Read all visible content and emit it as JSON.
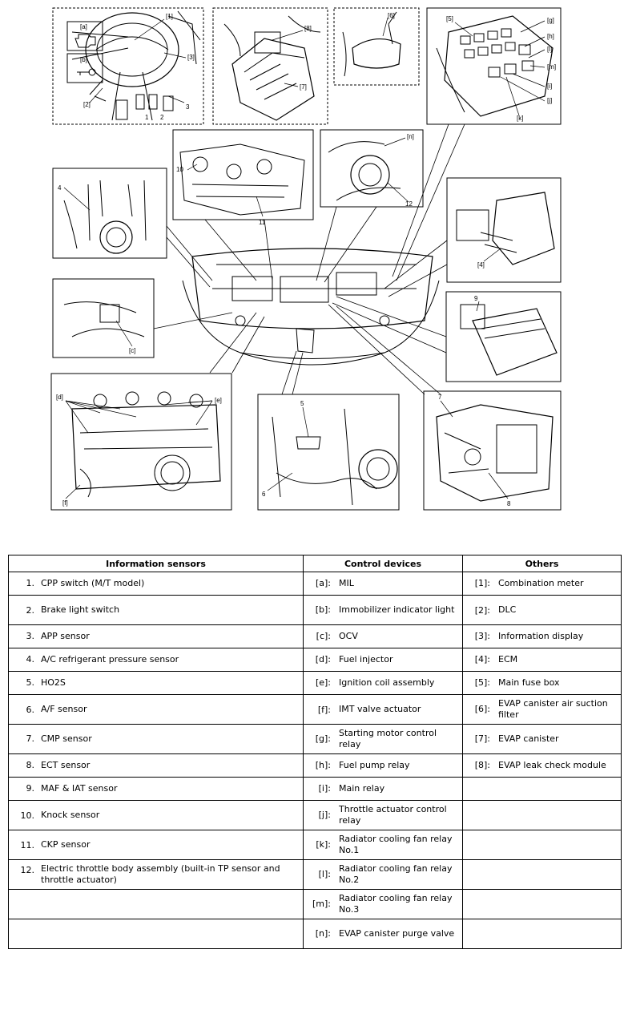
{
  "callouts": {
    "c1": "1",
    "c2": "2",
    "c3": "3",
    "c4": "4",
    "c5": "5",
    "c6": "6",
    "c7": "7",
    "c8": "8",
    "c9": "9",
    "c10": "10",
    "c11": "11",
    "c12": "12",
    "a": "[a]",
    "b": "[b]",
    "c": "[c]",
    "d": "[d]",
    "e": "[e]",
    "f": "[f]",
    "g": "[g]",
    "h": "[h]",
    "i": "[i]",
    "j": "[j]",
    "k": "[k]",
    "l": "[l]",
    "m": "[m]",
    "n": "[n]",
    "o1": "[1]",
    "o2": "[2]",
    "o3": "[3]",
    "o4": "[4]",
    "o5": "[5]",
    "o6": "[6]",
    "o7": "[7]",
    "o8": "[8]"
  },
  "table": {
    "headers": [
      "Information sensors",
      "Control devices",
      "Others"
    ],
    "rows": [
      [
        {
          "k": "1.",
          "v": "CPP switch (M/T model)"
        },
        {
          "k": "[a]:",
          "v": "MIL"
        },
        {
          "k": "[1]:",
          "v": "Combination meter"
        }
      ],
      [
        {
          "k": "2.",
          "v": "Brake light switch"
        },
        {
          "k": "[b]:",
          "v": "Immobilizer indicator light"
        },
        {
          "k": "[2]:",
          "v": "DLC"
        }
      ],
      [
        {
          "k": "3.",
          "v": "APP sensor"
        },
        {
          "k": "[c]:",
          "v": "OCV"
        },
        {
          "k": "[3]:",
          "v": "Information display"
        }
      ],
      [
        {
          "k": "4.",
          "v": "A/C refrigerant pressure sensor"
        },
        {
          "k": "[d]:",
          "v": "Fuel injector"
        },
        {
          "k": "[4]:",
          "v": "ECM"
        }
      ],
      [
        {
          "k": "5.",
          "v": "HO2S"
        },
        {
          "k": "[e]:",
          "v": "Ignition coil assembly"
        },
        {
          "k": "[5]:",
          "v": "Main fuse box"
        }
      ],
      [
        {
          "k": "6.",
          "v": "A/F sensor"
        },
        {
          "k": "[f]:",
          "v": "IMT valve actuator"
        },
        {
          "k": "[6]:",
          "v": "EVAP canister air suction filter"
        }
      ],
      [
        {
          "k": "7.",
          "v": "CMP sensor"
        },
        {
          "k": "[g]:",
          "v": "Starting motor control relay"
        },
        {
          "k": "[7]:",
          "v": "EVAP canister"
        }
      ],
      [
        {
          "k": "8.",
          "v": "ECT sensor"
        },
        {
          "k": "[h]:",
          "v": "Fuel pump relay"
        },
        {
          "k": "[8]:",
          "v": "EVAP leak check module"
        }
      ],
      [
        {
          "k": "9.",
          "v": "MAF & IAT sensor"
        },
        {
          "k": "[i]:",
          "v": "Main relay"
        },
        {
          "k": "",
          "v": ""
        }
      ],
      [
        {
          "k": "10.",
          "v": "Knock sensor"
        },
        {
          "k": "[j]:",
          "v": "Throttle actuator control relay"
        },
        {
          "k": "",
          "v": ""
        }
      ],
      [
        {
          "k": "11.",
          "v": "CKP sensor"
        },
        {
          "k": "[k]:",
          "v": "Radiator cooling fan relay No.1"
        },
        {
          "k": "",
          "v": ""
        }
      ],
      [
        {
          "k": "12.",
          "v": "Electric throttle body assembly (built-in TP sensor and throttle actuator)"
        },
        {
          "k": "[l]:",
          "v": "Radiator cooling fan relay No.2"
        },
        {
          "k": "",
          "v": ""
        }
      ],
      [
        {
          "k": "",
          "v": ""
        },
        {
          "k": "[m]:",
          "v": "Radiator cooling fan relay No.3"
        },
        {
          "k": "",
          "v": ""
        }
      ],
      [
        {
          "k": "",
          "v": ""
        },
        {
          "k": "[n]:",
          "v": "EVAP canister purge valve"
        },
        {
          "k": "",
          "v": ""
        }
      ]
    ]
  }
}
